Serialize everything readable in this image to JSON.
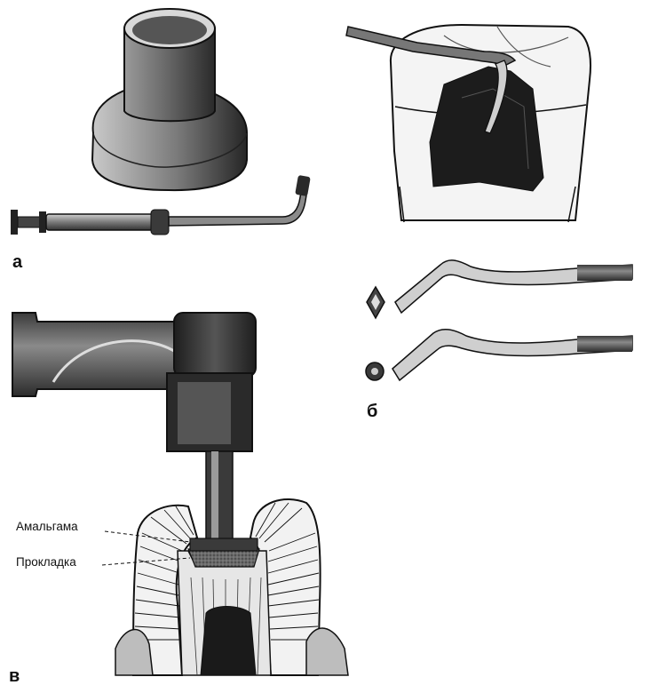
{
  "panels": {
    "a": {
      "label": "а"
    },
    "b": {
      "label": "б"
    },
    "c": {
      "label": "в"
    }
  },
  "callouts": {
    "amalgam": "Амальгама",
    "liner": "Прокладка"
  },
  "colors": {
    "ink": "#111111",
    "dark_fill": "#2a2a2a",
    "mid_fill": "#6e6e6e",
    "light_fill": "#bdbdbd",
    "paper": "#ffffff"
  }
}
